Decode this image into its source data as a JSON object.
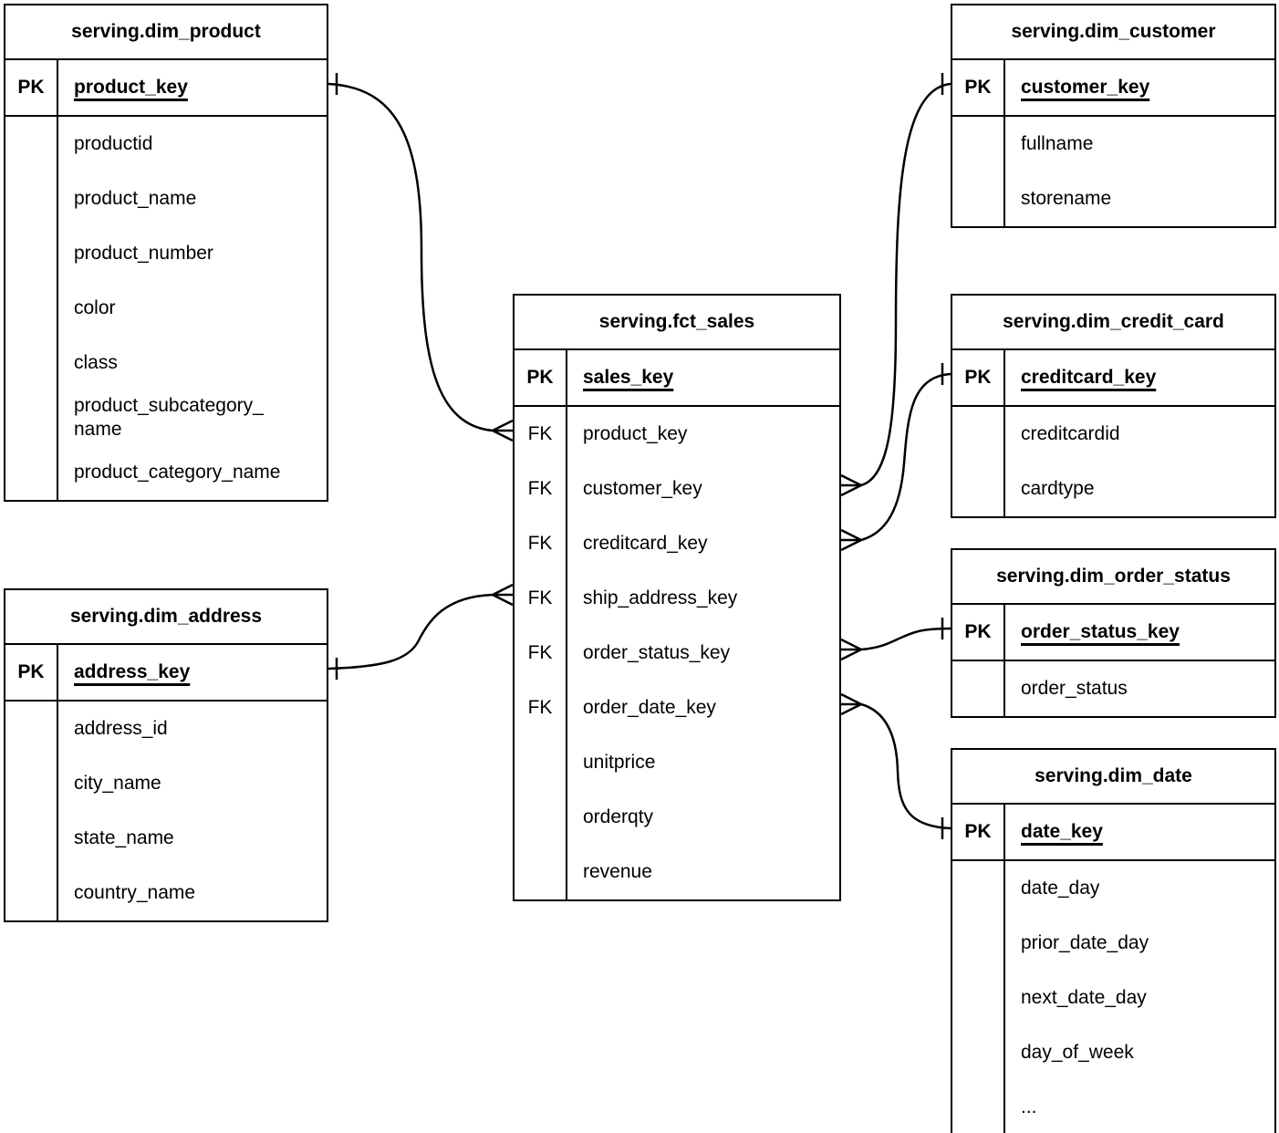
{
  "diagram": {
    "type": "entity-relationship",
    "colors": {
      "line": "#000000",
      "background": "#ffffff",
      "text": "#000000"
    },
    "tables": [
      {
        "name": "dim_product",
        "title": "serving.dim_product",
        "pk": {
          "label": "PK",
          "field": "product_key"
        },
        "fields": [
          {
            "label": "",
            "name": "productid"
          },
          {
            "label": "",
            "name": "product_name"
          },
          {
            "label": "",
            "name": "product_number"
          },
          {
            "label": "",
            "name": "color"
          },
          {
            "label": "",
            "name": "class"
          },
          {
            "label": "",
            "name": "product_subcategory_​name"
          },
          {
            "label": "",
            "name": "product_category_name"
          }
        ]
      },
      {
        "name": "dim_customer",
        "title": "serving.dim_customer",
        "pk": {
          "label": "PK",
          "field": "customer_key"
        },
        "fields": [
          {
            "label": "",
            "name": "fullname"
          },
          {
            "label": "",
            "name": "storename"
          }
        ]
      },
      {
        "name": "fct_sales",
        "title": "serving.fct_sales",
        "pk": {
          "label": "PK",
          "field": "sales_key"
        },
        "fields": [
          {
            "label": "FK",
            "name": "product_key"
          },
          {
            "label": "FK",
            "name": "customer_key"
          },
          {
            "label": "FK",
            "name": "creditcard_key"
          },
          {
            "label": "FK",
            "name": "ship_address_key"
          },
          {
            "label": "FK",
            "name": "order_status_key"
          },
          {
            "label": "FK",
            "name": "order_date_key"
          },
          {
            "label": "",
            "name": "unitprice"
          },
          {
            "label": "",
            "name": "orderqty"
          },
          {
            "label": "",
            "name": "revenue"
          }
        ]
      },
      {
        "name": "dim_credit_card",
        "title": "serving.dim_credit_card",
        "pk": {
          "label": "PK",
          "field": "creditcard_key"
        },
        "fields": [
          {
            "label": "",
            "name": "creditcardid"
          },
          {
            "label": "",
            "name": "cardtype"
          }
        ]
      },
      {
        "name": "dim_order_status",
        "title": "serving.dim_order_status",
        "pk": {
          "label": "PK",
          "field": "order_status_key"
        },
        "fields": [
          {
            "label": "",
            "name": "order_status"
          }
        ]
      },
      {
        "name": "dim_address",
        "title": "serving.dim_address",
        "pk": {
          "label": "PK",
          "field": "address_key"
        },
        "fields": [
          {
            "label": "",
            "name": "address_id"
          },
          {
            "label": "",
            "name": "city_name"
          },
          {
            "label": "",
            "name": "state_name"
          },
          {
            "label": "",
            "name": "country_name"
          }
        ]
      },
      {
        "name": "dim_date",
        "title": "serving.dim_date",
        "pk": {
          "label": "PK",
          "field": "date_key"
        },
        "fields": [
          {
            "label": "",
            "name": "date_day"
          },
          {
            "label": "",
            "name": "prior_date_day"
          },
          {
            "label": "",
            "name": "next_date_day"
          },
          {
            "label": "",
            "name": "day_of_week"
          },
          {
            "label": "",
            "name": "..."
          }
        ]
      }
    ],
    "relationships": [
      {
        "many": {
          "table": "serving.fct_sales",
          "field": "product_key"
        },
        "one": {
          "table": "serving.dim_product",
          "field": "product_key"
        }
      },
      {
        "many": {
          "table": "serving.fct_sales",
          "field": "ship_address_key"
        },
        "one": {
          "table": "serving.dim_address",
          "field": "address_key"
        }
      },
      {
        "many": {
          "table": "serving.fct_sales",
          "field": "customer_key"
        },
        "one": {
          "table": "serving.dim_customer",
          "field": "customer_key"
        }
      },
      {
        "many": {
          "table": "serving.fct_sales",
          "field": "creditcard_key"
        },
        "one": {
          "table": "serving.dim_credit_card",
          "field": "creditcard_key"
        }
      },
      {
        "many": {
          "table": "serving.fct_sales",
          "field": "order_status_key"
        },
        "one": {
          "table": "serving.dim_order_status",
          "field": "order_status_key"
        }
      },
      {
        "many": {
          "table": "serving.fct_sales",
          "field": "order_date_key"
        },
        "one": {
          "table": "serving.dim_date",
          "field": "date_key"
        }
      }
    ]
  }
}
